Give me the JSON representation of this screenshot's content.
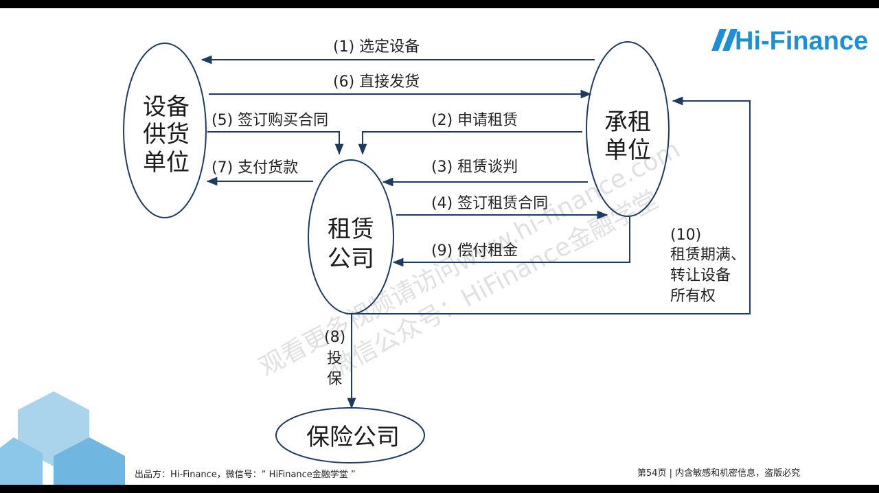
{
  "logo": {
    "text": "Hi-Finance",
    "color": "#1f8fd1"
  },
  "nodes": {
    "supplier": [
      "设备",
      "供货",
      "单位"
    ],
    "lessee": [
      "承租",
      "单位"
    ],
    "lessor": [
      "租赁",
      "公司"
    ],
    "insurer": "保险公司"
  },
  "flows": {
    "f1": "(1) 选定设备",
    "f6": "(6) 直接发货",
    "f5": "(5) 签订购买合同",
    "f7": "(7) 支付货款",
    "f2": "(2) 申请租赁",
    "f3": "(3) 租赁谈判",
    "f4": "(4) 签订租赁合同",
    "f9": "(9) 偿付租金",
    "f10": [
      "(10)",
      "租赁期满、",
      "转让设备",
      "所有权"
    ],
    "f8": [
      "(8)",
      "投",
      "保"
    ]
  },
  "watermark": [
    "观看更多视频请访问www.hi-finance.com",
    "微信公众号：HiFinance金融学堂"
  ],
  "footer": {
    "left": "出品方：Hi-Finance，微信号：“ HiFinance金融学堂 ”",
    "right": "第54页 |  内含敏感和机密信息，盗版必究"
  },
  "colors": {
    "line": "#1f3a5f",
    "decor_light": "#a9d4ec",
    "decor_mid": "#6fb6e0"
  }
}
